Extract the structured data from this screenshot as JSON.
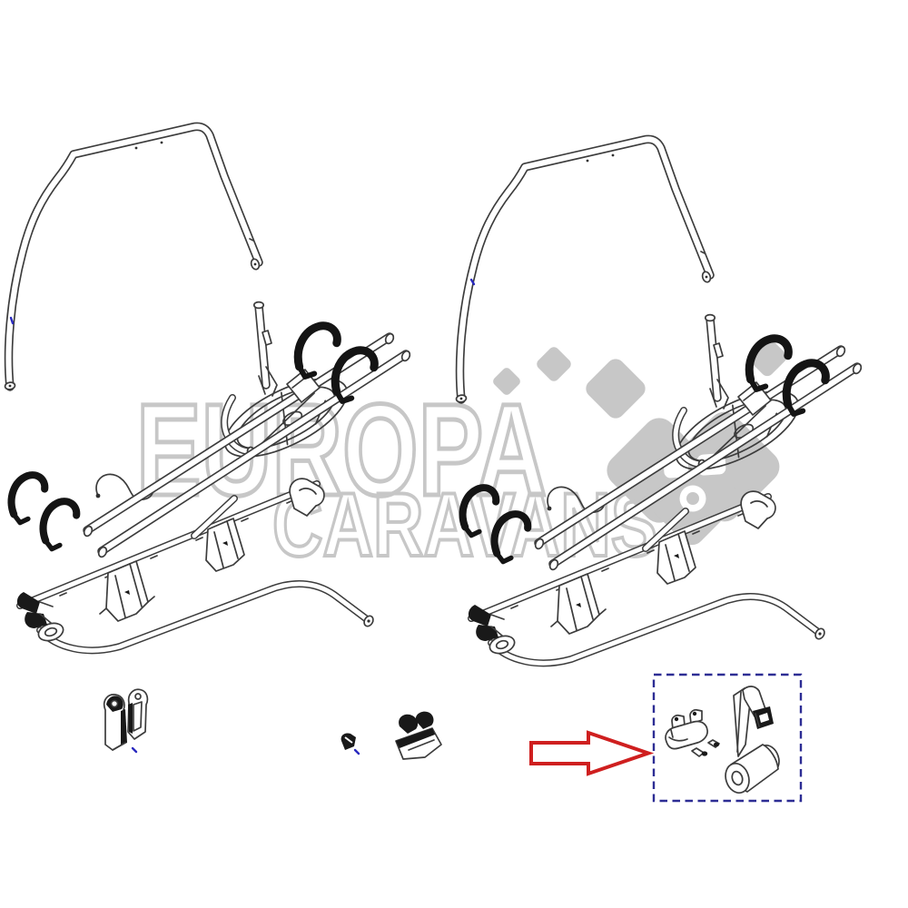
{
  "watermark": {
    "line1": "EUROPA",
    "line2": "CARAVANS",
    "icon": "caravan-logo-icon",
    "color": "#c7c7c7"
  },
  "figure": {
    "type": "technical parts diagram",
    "subject_left": "bike-carrier-rack-drawing",
    "subject_right": "bike-carrier-rack-drawing",
    "loose_parts_left": [
      "strap-clip",
      "strap-clip",
      "small-clip",
      "wheel-claw"
    ],
    "parts_box_items": [
      "mounting-bracket",
      "screw",
      "screw",
      "strap-with-buckle",
      "roller"
    ]
  },
  "highlight": {
    "arrow_icon": "red-arrow-right-icon",
    "arrow_color": "#cf1f1f",
    "box_border_color": "#2d2d94",
    "box_border_style": "dashed"
  },
  "colors": {
    "background": "#ffffff",
    "line_art": "#3c3c3c",
    "black_parts": "#191919",
    "marker_blue": "#2a2ac0"
  }
}
